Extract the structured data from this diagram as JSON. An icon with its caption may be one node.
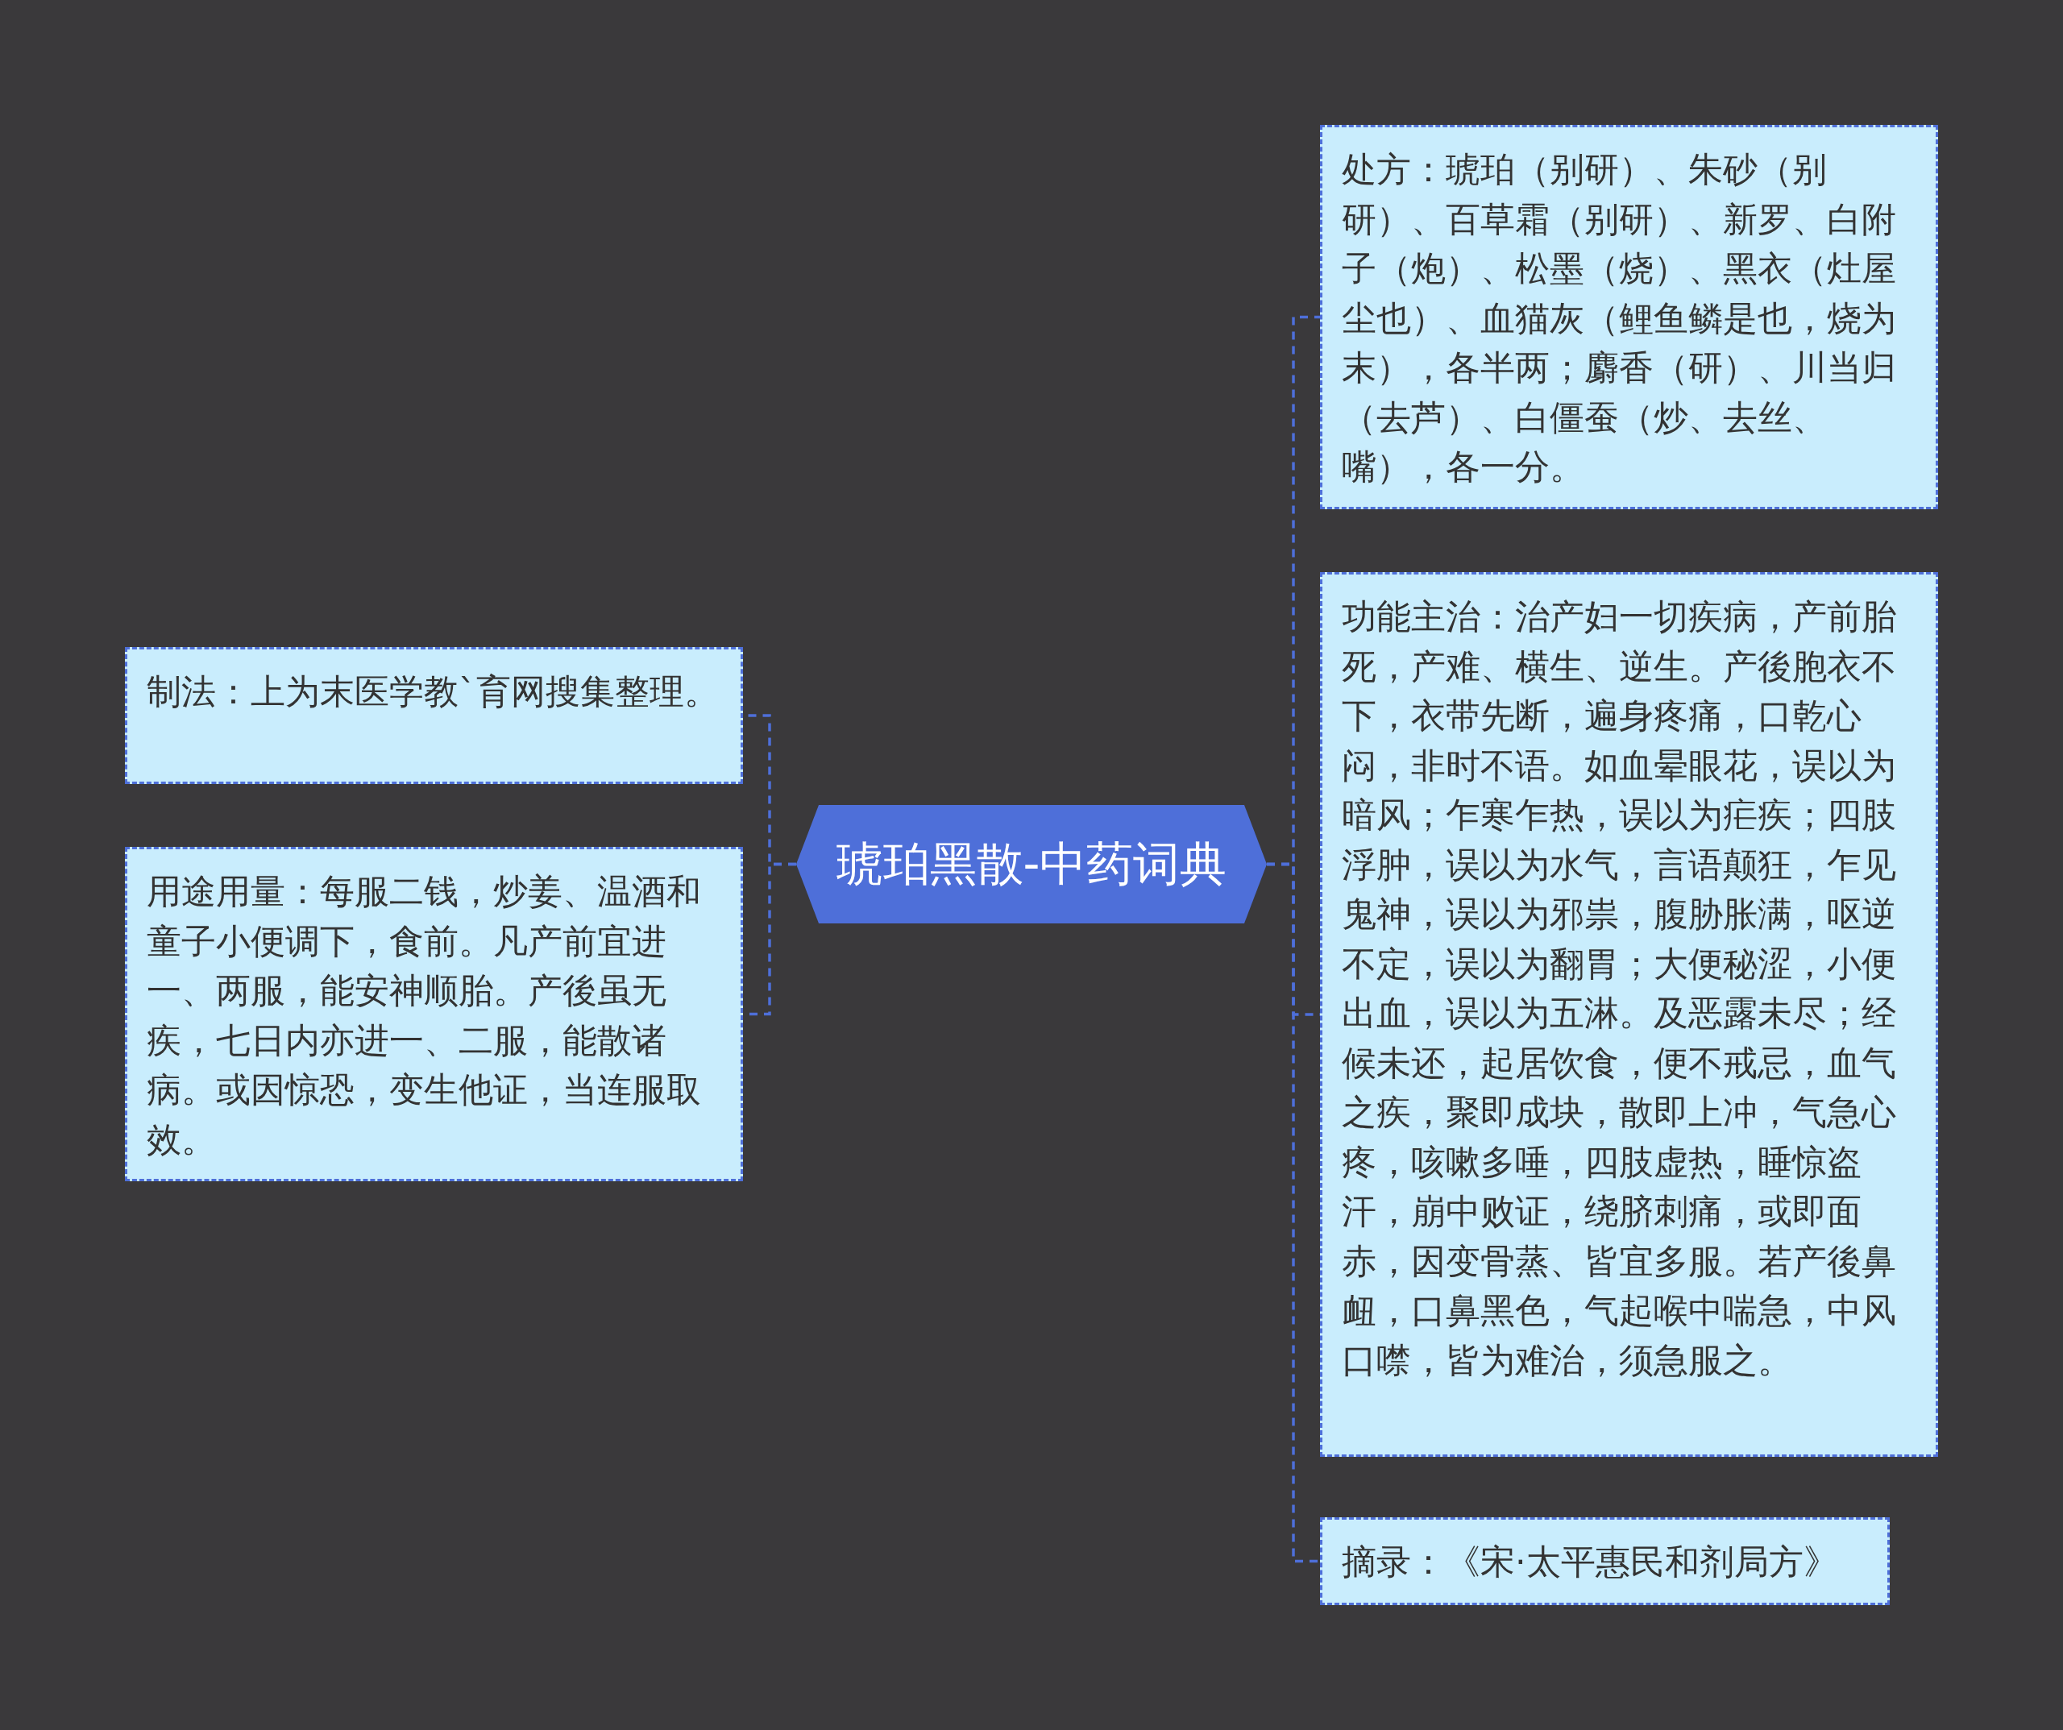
{
  "diagram": {
    "nodes": [
      {
        "text": [
          "琥珀黑散-中药词典"
        ]
      },
      {
        "text": [
          "处方：琥珀（别研）、朱砂（别研）、百草霜（别研）、新罗、白附子（炮）、松墨（烧）、黑衣（灶屋尘也）、血猫灰（鲤鱼鳞是也，烧为末），各半两；麝香（研）、川当归（去芦）、白僵蚕（炒、去丝、嘴），各一分。"
        ]
      },
      {
        "text": [
          "功能主治：治产妇一切疾病，产前胎死，产难、横生、逆生。产後胞衣不下，衣带先断，遍身疼痛，口乾心闷，非时不语。如血晕眼花，误以为暗风；乍寒乍热，误以为疟疾；四肢浮肿，误以为水气，言语颠狂，乍见鬼神，误以为邪祟，腹胁胀满，呕逆不定，误以为翻胃；大便秘涩，小便出血，误以为五淋。及恶露未尽；经候未还，起居饮食，便不戒忌，血气之疾，聚即成块，散即上冲，气急心疼，咳嗽多唾，四肢虚热，睡惊盗汗，崩中败证，绕脐刺痛，或即面赤，因变骨蒸、皆宜多服。若产後鼻衄，口鼻黑色，气起喉中喘急，中风口噤，皆为难治，须急服之。"
        ]
      },
      {
        "text": [
          "摘录：《宋·太平惠民和剂局方》"
        ]
      },
      {
        "text": [
          "制法：上为末医学教`育网搜集整理。"
        ]
      },
      {
        "text": [
          "用途用量：每服二钱，炒姜、温酒和童子小便调下，食前。凡产前宜进一、两服，能安神顺胎。产後虽无疾，七日内亦进一、二服，能散诸病。或因惊恐，变生他证，当连服取效。"
        ]
      }
    ],
    "edges": [
      {
        "from": 0,
        "to": 1,
        "arrow": "none"
      },
      {
        "from": 0,
        "to": 2,
        "arrow": "none"
      },
      {
        "from": 0,
        "to": 3,
        "arrow": "none"
      },
      {
        "from": 0,
        "to": 4,
        "arrow": "none"
      },
      {
        "from": 0,
        "to": 5,
        "arrow": "none"
      }
    ]
  }
}
